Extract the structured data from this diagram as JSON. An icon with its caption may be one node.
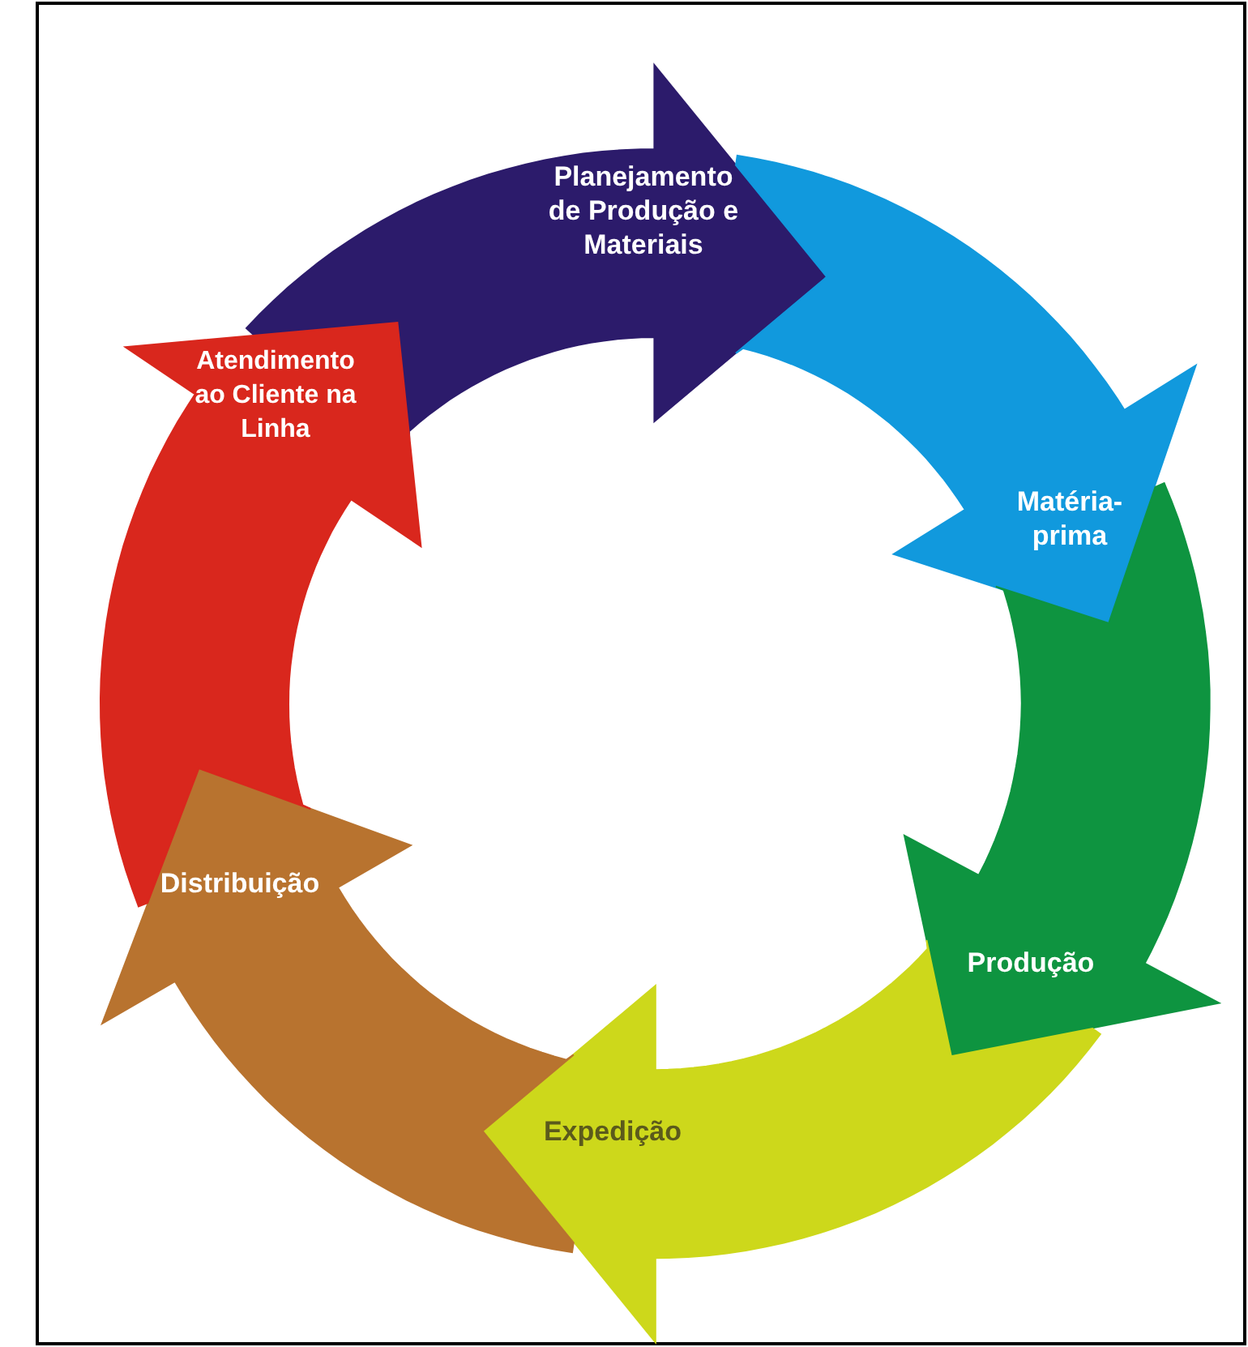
{
  "diagram": {
    "nodes": [
      {
        "text": [
          "Planejamento de Produção e Materiais"
        ]
      },
      {
        "text": [
          "Matéria-prima"
        ]
      },
      {
        "text": [
          "Produção"
        ]
      },
      {
        "text": [
          "Expedição"
        ]
      },
      {
        "text": [
          "Distribuição"
        ]
      },
      {
        "text": [
          "Atendimento ao Cliente na Linha"
        ]
      }
    ]
  }
}
